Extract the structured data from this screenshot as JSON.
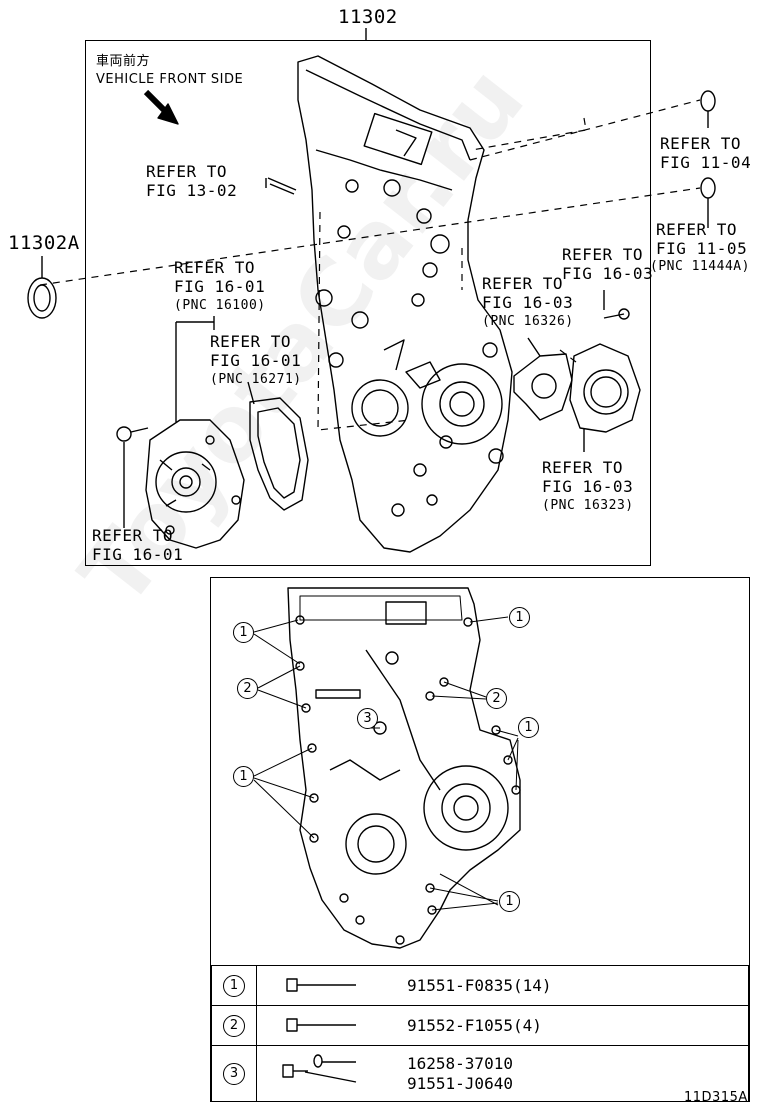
{
  "main_part": "11302",
  "seal_part": "11302A",
  "front_jp": "車両前方",
  "front_en": "VEHICLE FRONT SIDE",
  "refs": {
    "fig_11_04": [
      "REFER TO",
      "FIG 11-04"
    ],
    "fig_11_05": [
      "REFER TO",
      "FIG 11-05",
      "(PNC 11444A)"
    ],
    "fig_13_02": [
      "REFER TO",
      "FIG 13-02"
    ],
    "fig_16_01_a": [
      "REFER TO",
      "FIG 16-01",
      "(PNC 16100)"
    ],
    "fig_16_01_b": [
      "REFER TO",
      "FIG 16-01",
      "(PNC 16271)"
    ],
    "fig_16_01_c": [
      "REFER TO",
      "FIG 16-01"
    ],
    "fig_16_03_a": [
      "REFER TO",
      "FIG 16-03",
      "(PNC 16326)"
    ],
    "fig_16_03_b": [
      "REFER TO",
      "FIG 16-03"
    ],
    "fig_16_03_c": [
      "REFER TO",
      "FIG 16-03",
      "(PNC 16323)"
    ]
  },
  "callout_labels": {
    "one": "1",
    "two": "2",
    "three": "3"
  },
  "legend": [
    {
      "num": "1",
      "parts": [
        "91551-F0835(14)"
      ]
    },
    {
      "num": "2",
      "parts": [
        "91552-F1055(4)"
      ]
    },
    {
      "num": "3",
      "parts": [
        "16258-37010",
        "91551-J0640"
      ]
    }
  ],
  "figure_code": "11D315A",
  "watermark": "ToyotaCar.ru"
}
